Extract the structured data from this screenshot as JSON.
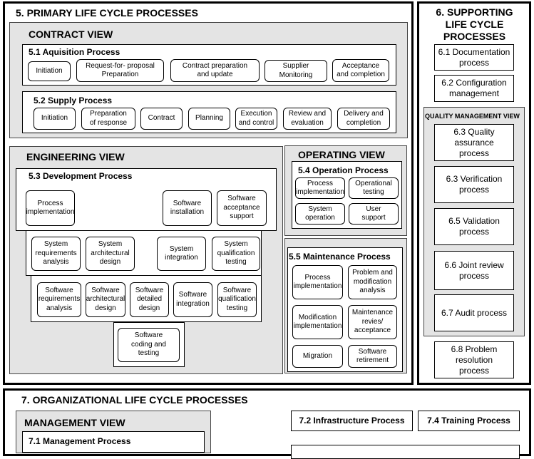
{
  "primary": {
    "title": "5. PRIMARY LIFE CYCLE PROCESSES",
    "contract": {
      "title": "CONTRACT VIEW",
      "acquisition": {
        "title": "5.1 Aquisition Process",
        "activities": [
          "Initiation",
          "Request-for- proposal\nPreparation",
          "Contract preparation\nand update",
          "Supplier\nMonitoring",
          "Acceptance\nand completion"
        ]
      },
      "supply": {
        "title": "5.2 Supply Process",
        "activities": [
          "Initiation",
          "Preparation\nof response",
          "Contract",
          "Planning",
          "Execution\nand control",
          "Review and\nevaluation",
          "Delivery and\ncompletion"
        ]
      }
    },
    "engineering": {
      "title": "ENGINEERING VIEW",
      "development": {
        "title": "5.3 Development Process",
        "row1": [
          "Process\nimplementation",
          "Software\ninstallation",
          "Software\nacceptance\nsupport"
        ],
        "row2": [
          "System\nrequirements\nanalysis",
          "System\narchitectural\ndesign",
          "System\nintegration",
          "System\nqualification\ntesting"
        ],
        "row3": [
          "Software\nrequirements\nanalysis",
          "Software\narchitectural\ndesign",
          "Software\ndetailed\ndesign",
          "Software\nintegration",
          "Software\nqualification\ntesting"
        ],
        "row4": [
          "Software\ncoding and testing"
        ]
      }
    },
    "operating": {
      "title": "OPERATING VIEW",
      "operation": {
        "title": "5.4 Operation Process",
        "activities": [
          "Process\nimplementation",
          "Operational\ntesting",
          "System\noperation",
          "User\nsupport"
        ]
      }
    },
    "maintenance": {
      "title": "5.5 Maintenance Process",
      "activities": [
        "Process\nimplementation",
        "Problem and\nmodification\nanalysis",
        "Modification\nimplementation",
        "Maintenance\nrevies/\nacceptance",
        "Migration",
        "Software\nretirement"
      ]
    }
  },
  "supporting": {
    "title": "6. SUPPORTING\nLIFE CYCLE\nPROCESSES",
    "doc": "6.1 Documentation\nprocess",
    "config": "6.2 Configuration\nmanagement",
    "qm_title": "QUALITY MANAGEMENT VIEW",
    "qa": "6.3 Quality\nassurance\nprocess",
    "verification": "6.3 Verification\nprocess",
    "validation": "6.5 Validation\nprocess",
    "joint": "6.6 Joint review\nprocess",
    "audit": "6.7 Audit process",
    "problem": "6.8 Problem\nresolution\nprocess"
  },
  "organizational": {
    "title": "7. ORGANIZATIONAL LIFE CYCLE PROCESSES",
    "management_view": "MANAGEMENT VIEW",
    "management_process": "7.1 Management Process",
    "infrastructure": "7.2 Infrastructure Process",
    "training": "7.4 Training Process"
  }
}
